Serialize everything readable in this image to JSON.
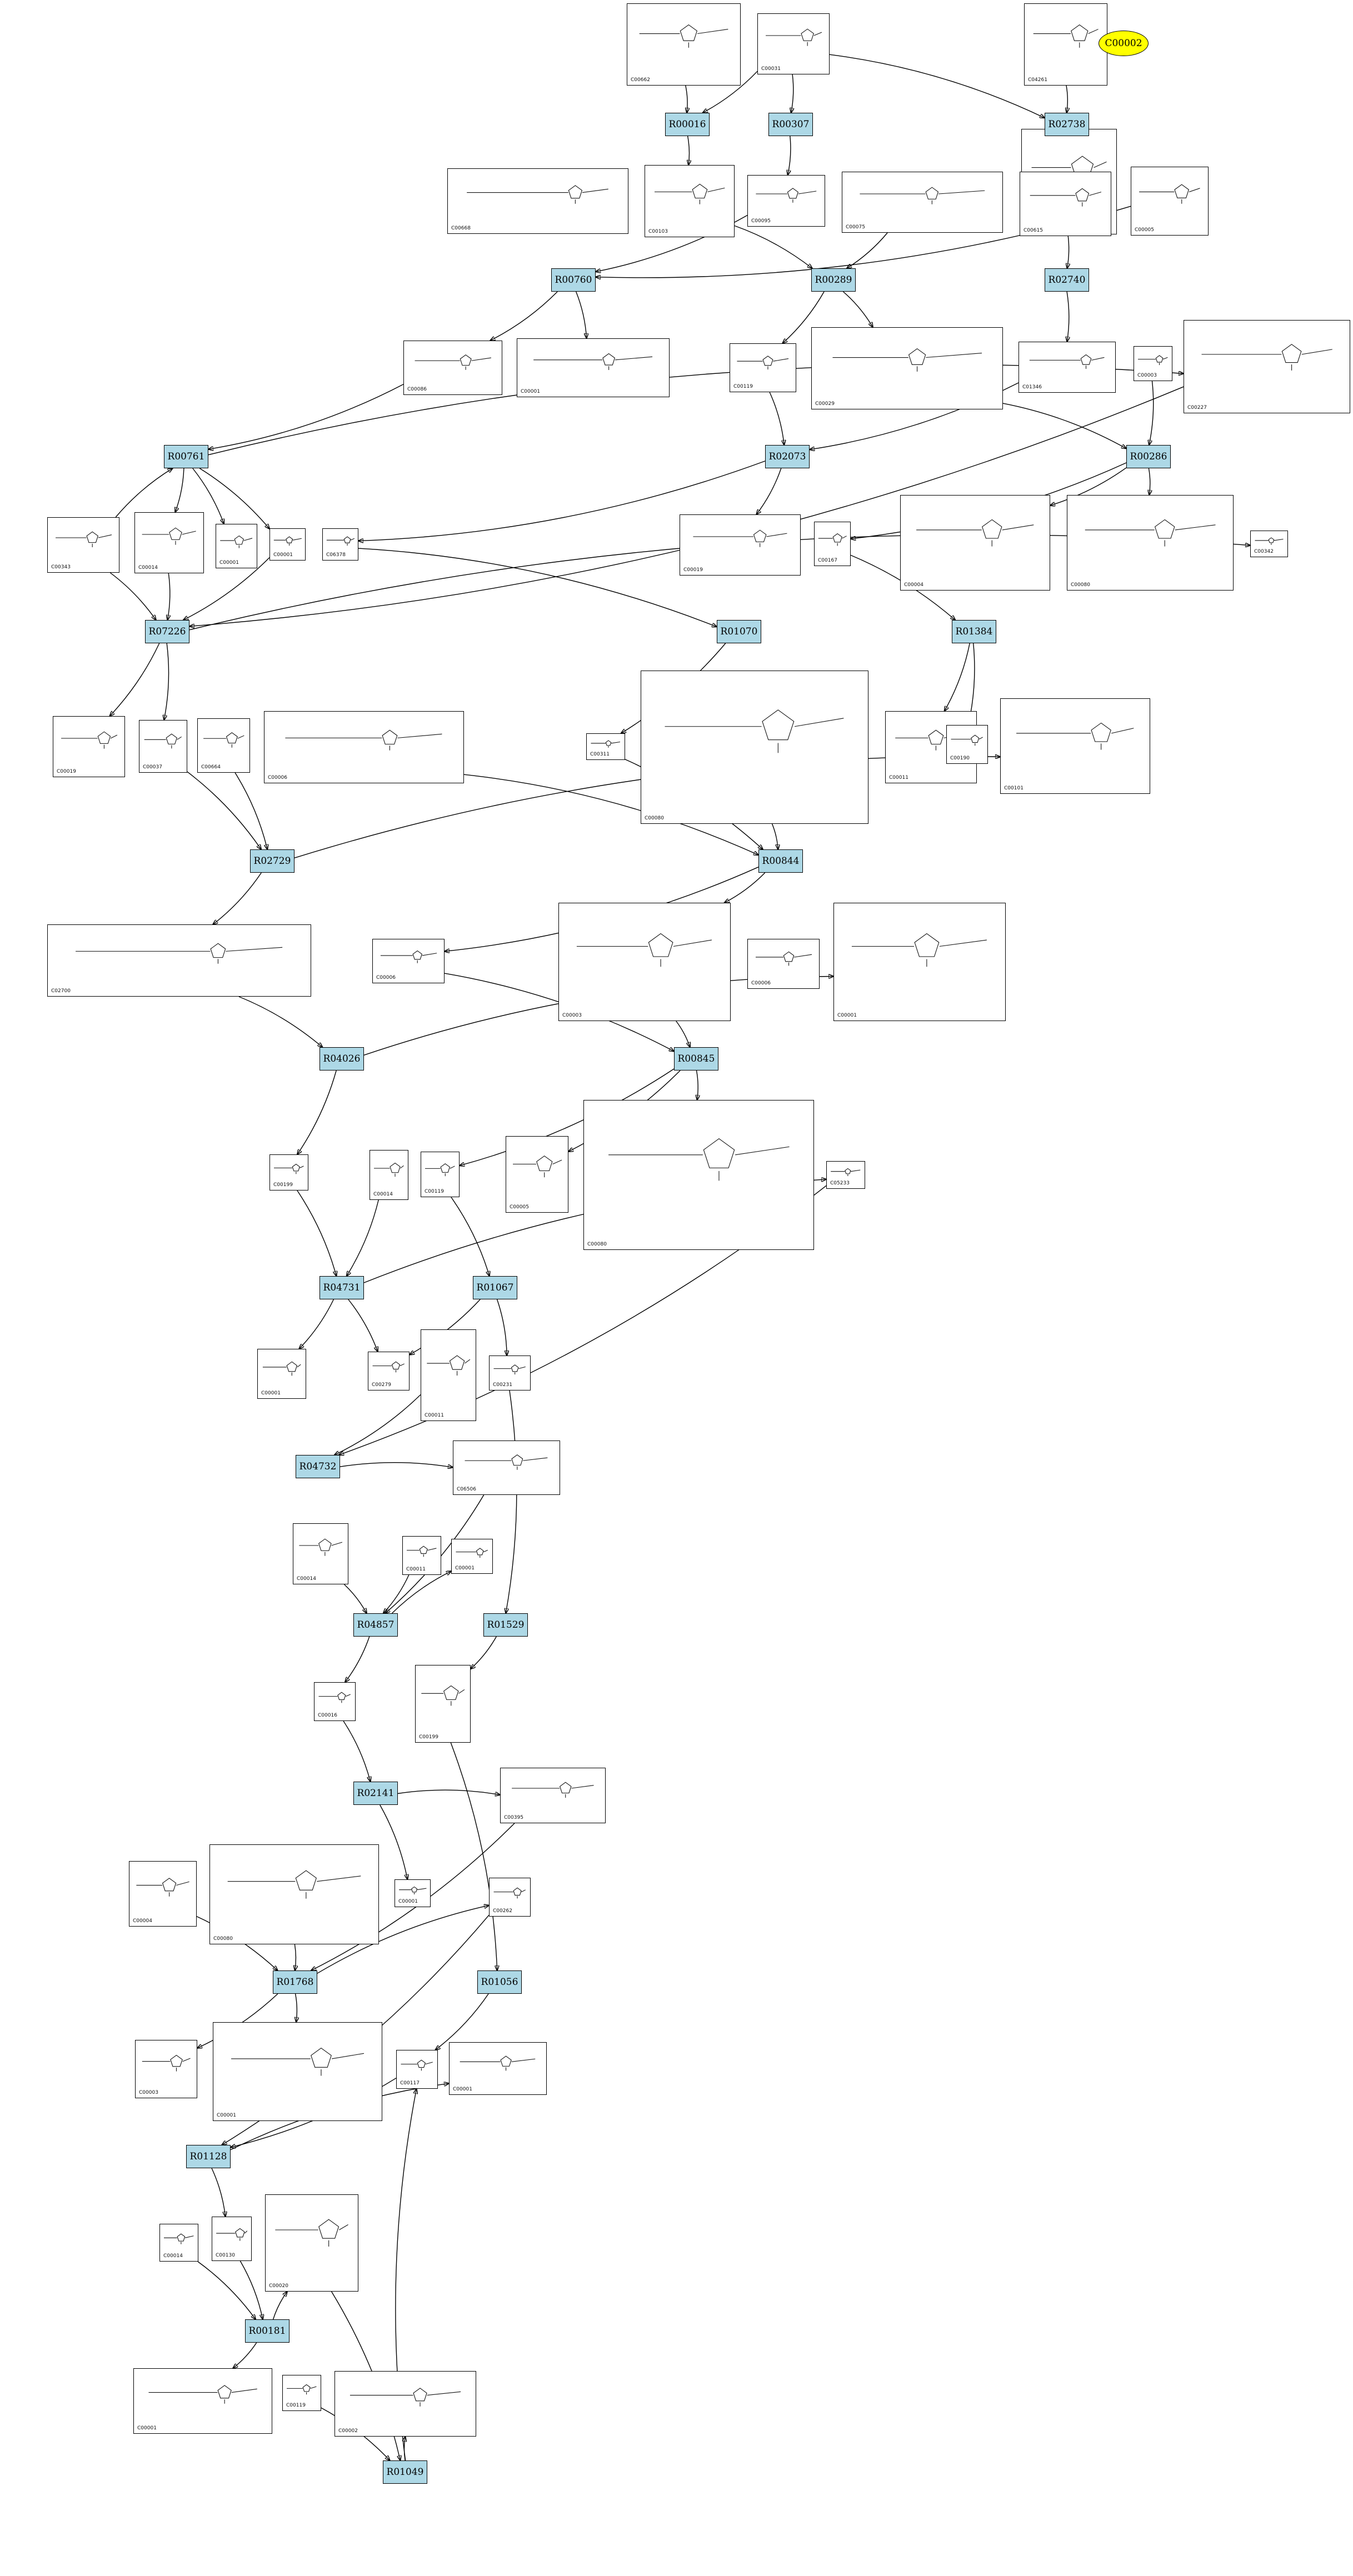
{
  "compounds": [
    {
      "id": "C00662"
    },
    {
      "id": "C00031"
    },
    {
      "id": "C04261"
    },
    {
      "id": "C00002"
    },
    {
      "id": "C00103"
    },
    {
      "id": "C00095"
    },
    {
      "id": "C00075"
    },
    {
      "id": "C00668"
    },
    {
      "id": "C00615"
    },
    {
      "id": "C00005"
    },
    {
      "id": "C00086"
    },
    {
      "id": "C00001"
    },
    {
      "id": "C00119"
    },
    {
      "id": "C00029"
    },
    {
      "id": "C01346"
    },
    {
      "id": "C00003"
    },
    {
      "id": "C00227"
    },
    {
      "id": "C00343"
    },
    {
      "id": "C00014"
    },
    {
      "id": "C00001"
    },
    {
      "id": "C00001"
    },
    {
      "id": "C06378"
    },
    {
      "id": "C00019"
    },
    {
      "id": "C00167"
    },
    {
      "id": "C00004"
    },
    {
      "id": "C00080"
    },
    {
      "id": "C00342"
    },
    {
      "id": "C00019"
    },
    {
      "id": "C00037"
    },
    {
      "id": "C00664"
    },
    {
      "id": "C00006"
    },
    {
      "id": "C00080"
    },
    {
      "id": "C00311"
    },
    {
      "id": "C00011"
    },
    {
      "id": "C00190"
    },
    {
      "id": "C00101"
    },
    {
      "id": "C02700"
    },
    {
      "id": "C00006"
    },
    {
      "id": "C00003"
    },
    {
      "id": "C00006"
    },
    {
      "id": "C00001"
    },
    {
      "id": "C00199"
    },
    {
      "id": "C00014"
    },
    {
      "id": "C00119"
    },
    {
      "id": "C00005"
    },
    {
      "id": "C00080"
    },
    {
      "id": "C05233"
    },
    {
      "id": "C00001"
    },
    {
      "id": "C00279"
    },
    {
      "id": "C00011"
    },
    {
      "id": "C00231"
    },
    {
      "id": "C06506"
    },
    {
      "id": "C00014"
    },
    {
      "id": "C00011"
    },
    {
      "id": "C00001"
    },
    {
      "id": "C00016"
    },
    {
      "id": "C00199"
    },
    {
      "id": "C00395"
    },
    {
      "id": "C00004"
    },
    {
      "id": "C00080"
    },
    {
      "id": "C00001"
    },
    {
      "id": "C00262"
    },
    {
      "id": "C00003"
    },
    {
      "id": "C00001"
    },
    {
      "id": "C00117"
    },
    {
      "id": "C00001"
    },
    {
      "id": "C00014"
    },
    {
      "id": "C00130"
    },
    {
      "id": "C00020"
    },
    {
      "id": "C00001"
    },
    {
      "id": "C00119"
    },
    {
      "id": "C00002"
    }
  ],
  "reactions": [
    "R00016",
    "R00307",
    "R02738",
    "R00760",
    "R00289",
    "R02740",
    "R00761",
    "R02073",
    "R00286",
    "R07226",
    "R01070",
    "R01384",
    "R02729",
    "R00844",
    "R04026",
    "R00845",
    "R04731",
    "R01067",
    "R04732",
    "R04857",
    "R01529",
    "R02141",
    "R01768",
    "R01056",
    "R01128",
    "R00181",
    "R01049"
  ],
  "highlight": {
    "label": "C00002",
    "color": "#ffff00"
  },
  "colors": {
    "reaction_fill": "#add8e6",
    "edge": "#000000"
  }
}
